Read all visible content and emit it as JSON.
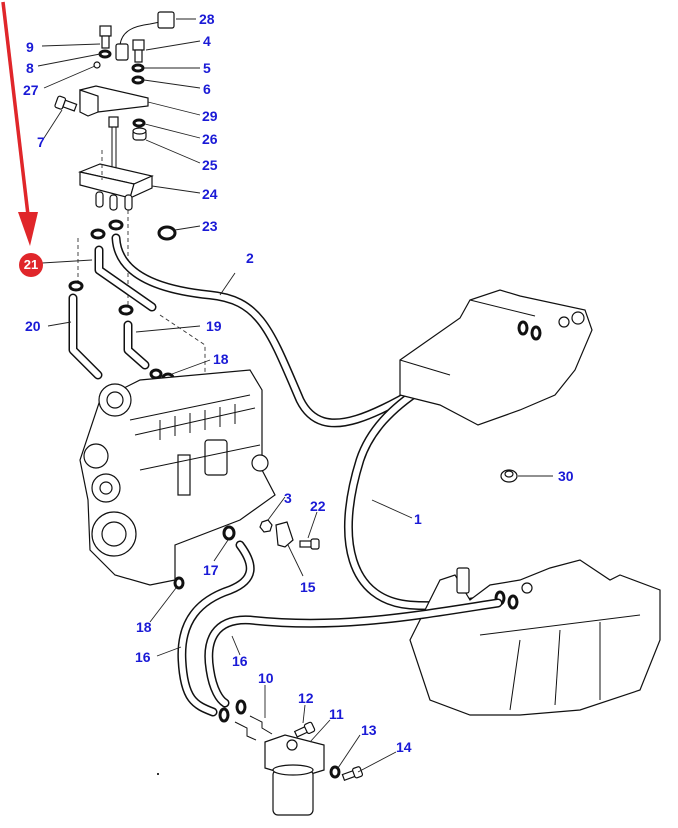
{
  "diagram": {
    "title": "Fuel system parts diagram",
    "highlighted_part": "21",
    "highlight_color": "#e0262a",
    "callout_color": "#1a1ad6",
    "callouts": [
      {
        "id": "c1",
        "label": "1"
      },
      {
        "id": "c2",
        "label": "2"
      },
      {
        "id": "c3",
        "label": "3"
      },
      {
        "id": "c4",
        "label": "4"
      },
      {
        "id": "c5",
        "label": "5"
      },
      {
        "id": "c6",
        "label": "6"
      },
      {
        "id": "c7",
        "label": "7"
      },
      {
        "id": "c8",
        "label": "8"
      },
      {
        "id": "c9",
        "label": "9"
      },
      {
        "id": "c10",
        "label": "10"
      },
      {
        "id": "c11",
        "label": "11"
      },
      {
        "id": "c12",
        "label": "12"
      },
      {
        "id": "c13",
        "label": "13"
      },
      {
        "id": "c14",
        "label": "14"
      },
      {
        "id": "c15",
        "label": "15"
      },
      {
        "id": "c16a",
        "label": "16"
      },
      {
        "id": "c16b",
        "label": "16"
      },
      {
        "id": "c17",
        "label": "17"
      },
      {
        "id": "c18a",
        "label": "18"
      },
      {
        "id": "c18b",
        "label": "18"
      },
      {
        "id": "c19",
        "label": "19"
      },
      {
        "id": "c20",
        "label": "20"
      },
      {
        "id": "c21",
        "label": "21"
      },
      {
        "id": "c22",
        "label": "22"
      },
      {
        "id": "c23",
        "label": "23"
      },
      {
        "id": "c24",
        "label": "24"
      },
      {
        "id": "c25",
        "label": "25"
      },
      {
        "id": "c26",
        "label": "26"
      },
      {
        "id": "c27",
        "label": "27"
      },
      {
        "id": "c28",
        "label": "28"
      },
      {
        "id": "c29",
        "label": "29"
      },
      {
        "id": "c30",
        "label": "30"
      }
    ]
  }
}
